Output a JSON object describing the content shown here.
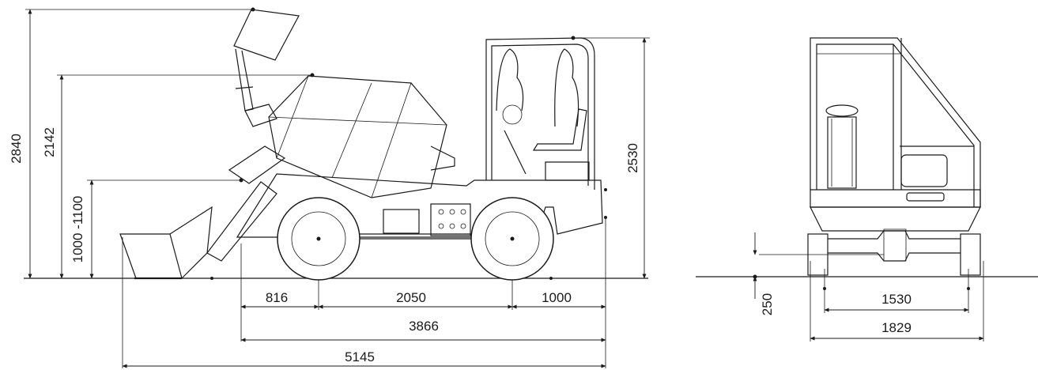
{
  "side_view": {
    "dims": {
      "overall_height": "2840",
      "drum_height": "2142",
      "bucket_height": "1000 -1100",
      "cab_height": "2530",
      "front_overhang": "816",
      "wheelbase": "2050",
      "rear_overhang": "1000",
      "axle_to_rear": "3866",
      "overall_length": "5145"
    }
  },
  "rear_view": {
    "dims": {
      "ground_clearance": "250",
      "track_width": "1530",
      "overall_width": "1829"
    }
  }
}
